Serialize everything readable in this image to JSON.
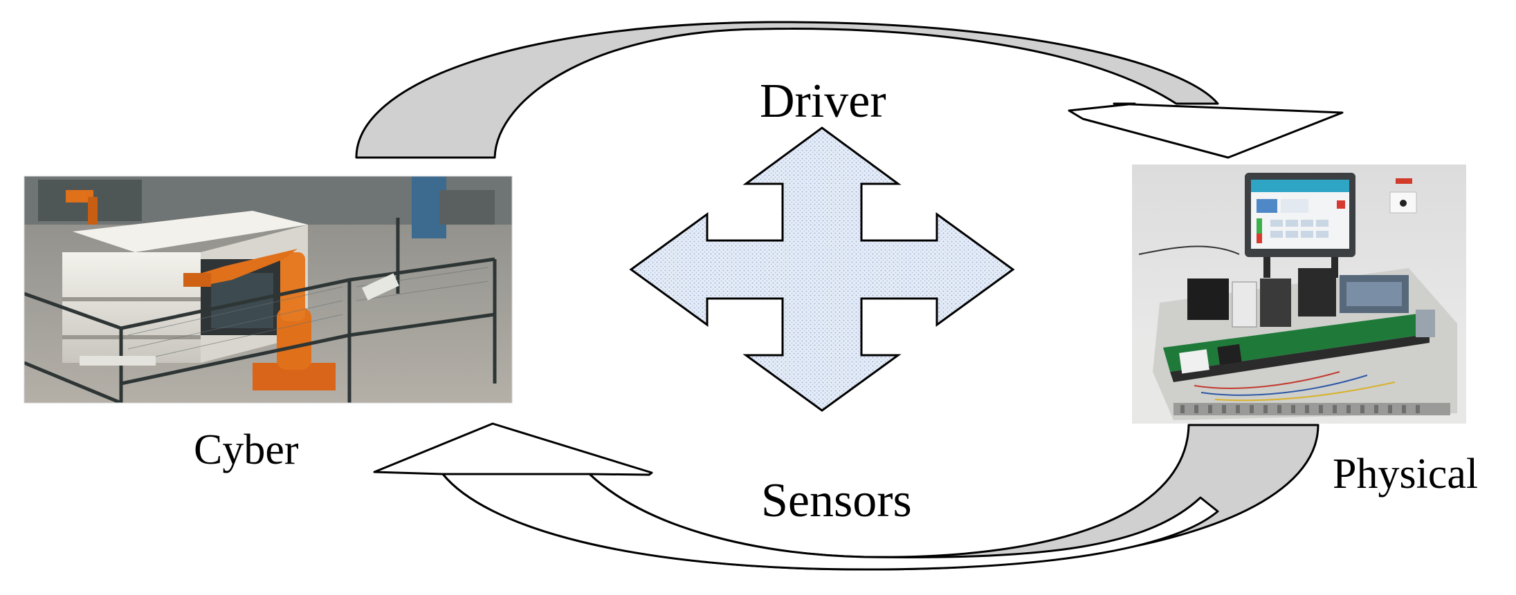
{
  "labels": {
    "driver": "Driver",
    "sensors": "Sensors",
    "cyber": "Cyber",
    "physical": "Physical"
  },
  "colors": {
    "arrow_fill": "#d0d0d0",
    "arrow_stroke": "#000000",
    "cross_fill": "#e4ecf8",
    "cross_dots": "#9ab0d0",
    "robot_orange": "#e0701a",
    "machine_body": "#e8e6e0",
    "screen_teal": "#2fa5c5",
    "belt_green": "#1f7a3a"
  }
}
